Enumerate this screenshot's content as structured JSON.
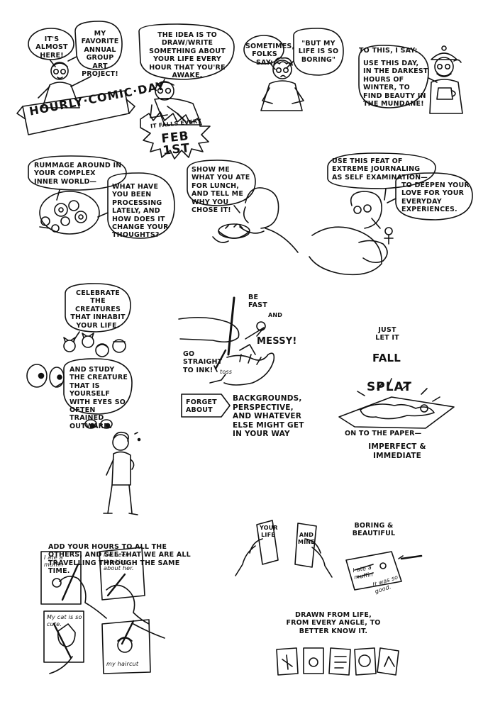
{
  "panel1": {
    "bubble_left": "It's almost here!",
    "bubble_right": "My favorite annual group art project!",
    "banner": "HOURLY·COMIC·DAY"
  },
  "panel2": {
    "bubble": "The idea is to draw/write something about your life every hour that you're awake.",
    "burst_small": "It falls every",
    "burst_date": "FEB 1ST"
  },
  "panel3": {
    "bubble_left": "Sometimes, folks say:",
    "bubble_right": "\"But my life is so BORING\""
  },
  "panel4": {
    "intro": "To this, I say:",
    "bubble": "USE this day, in the darkest hours of winter, to find beauty in the MUNDANE!"
  },
  "panel5": {
    "bubble_top": "Rummage around in your complex INNER world—",
    "bubble_right": "What have you been processing lately, and how does it change your thoughts?"
  },
  "panel6": {
    "bubble": "Show me what you ate for lunch, and tell me why you chose it!"
  },
  "panel7": {
    "bubble_top": "USE this feat of extreme journaling as SELF EXAMINATION—",
    "bubble_right": "to deepen your love for your everyday experiences."
  },
  "panel8": {
    "bubble_top": "Celebrate the creatures that inhabit your life.",
    "bubble_bottom": "And study the creature that is YOURSELF with eyes so often trained outward."
  },
  "panel9": {
    "be_fast": "Be fast",
    "and": "and",
    "messy": "MESSY!",
    "go_straight": "Go straight to ink!",
    "toss": "toss",
    "forget_about": "Forget about",
    "list": "Backgrounds, perspective, and whatever else might get in your way"
  },
  "panel10": {
    "just_let_it": "Just let it",
    "fall": "FALL",
    "splat": "SPLAT",
    "onto": "On to the paper—",
    "imperfect": "Imperfect & immediate"
  },
  "panel11": {
    "text": "Add your hours to all the others, and see that we are all travelling through the same time.",
    "sheet1": "I ate a muffin",
    "sheet2": "Ive been thinking about her.",
    "sheet3": "My cat is so cute.",
    "sheet4": "my haircut"
  },
  "panel12": {
    "left_page": "Your life",
    "right_page": "and mine",
    "boring": "Boring & beautiful",
    "sheet_text": "I ate a muffin",
    "sheet_note": "It was so good."
  },
  "panel13": {
    "caption": "Drawn from life, from every angle, to better know it."
  }
}
